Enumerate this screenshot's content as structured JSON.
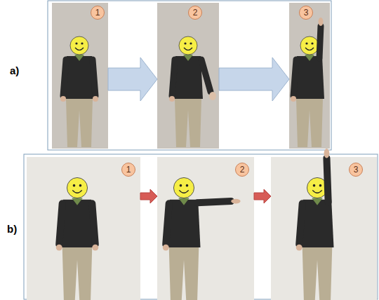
{
  "diagram": {
    "nodes": [
      {
        "text": [
          "1"
        ]
      },
      {
        "text": [
          "2"
        ]
      },
      {
        "text": [
          "3"
        ]
      },
      {
        "text": [
          "1"
        ]
      },
      {
        "text": [
          "2"
        ]
      },
      {
        "text": [
          "3"
        ]
      }
    ],
    "edges": [
      {
        "from": 0,
        "to": 1,
        "arrow": "to"
      },
      {
        "from": 1,
        "to": 2,
        "arrow": "to"
      },
      {
        "from": 3,
        "to": 4,
        "arrow": "to"
      },
      {
        "from": 4,
        "to": 5,
        "arrow": "to"
      }
    ],
    "labels": [
      "a)",
      "b)"
    ]
  }
}
